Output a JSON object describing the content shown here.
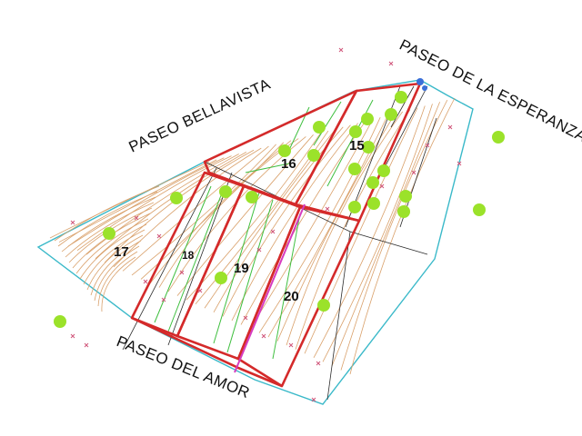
{
  "streets": {
    "bellavista": "PASEO BELLAVISTA",
    "esperanza": "PASEO DE LA ESPERANZA",
    "amor": "PASEO DEL AMOR"
  },
  "lots": {
    "l15": "15",
    "l16": "16",
    "l17": "17",
    "l18": "18",
    "l19": "19",
    "l20": "20"
  },
  "colors": {
    "lot_outline": "#d42a2a",
    "boundary": "#3ab9c9",
    "contour": "#d9a06a",
    "tree": "#9be22a",
    "subdivision": "#3fbf3f",
    "grid_line": "#2b2b2b"
  },
  "icons": {
    "trees": "tree-icon",
    "markers": "survey-marker-icon"
  }
}
